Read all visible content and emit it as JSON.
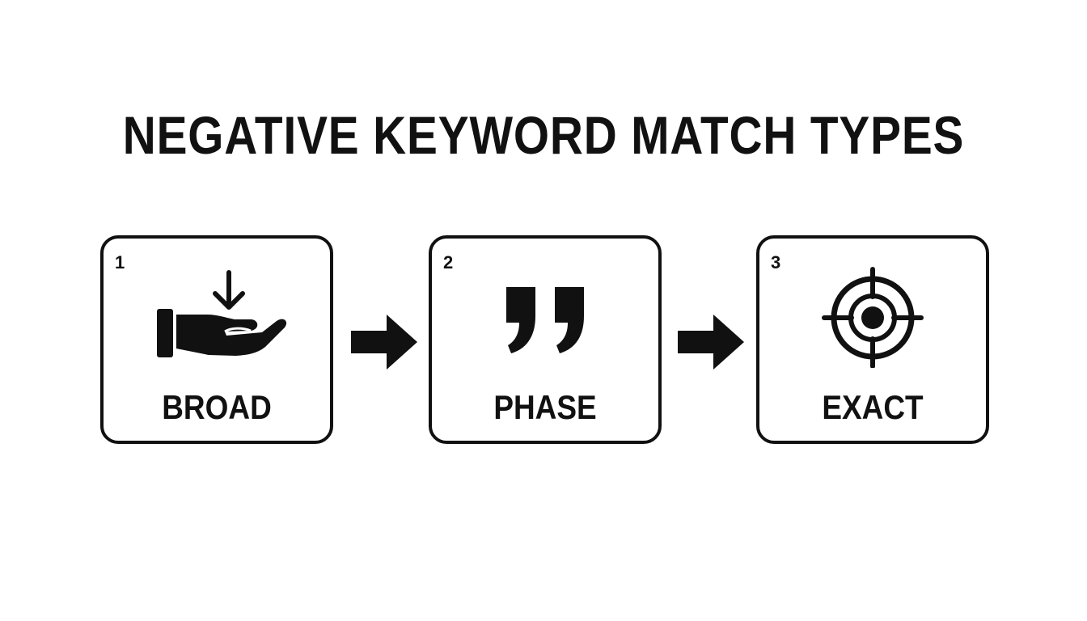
{
  "title": "NEGATIVE KEYWORD MATCH TYPES",
  "steps": [
    {
      "number": "1",
      "label": "BROAD",
      "icon": "hand-receive-arrow-icon"
    },
    {
      "number": "2",
      "label": "PHASE",
      "icon": "quotation-marks-icon"
    },
    {
      "number": "3",
      "label": "EXACT",
      "icon": "target-crosshair-icon"
    }
  ],
  "connectors": [
    "arrow-right-icon",
    "arrow-right-icon"
  ],
  "colors": {
    "foreground": "#111111",
    "background": "#ffffff"
  }
}
